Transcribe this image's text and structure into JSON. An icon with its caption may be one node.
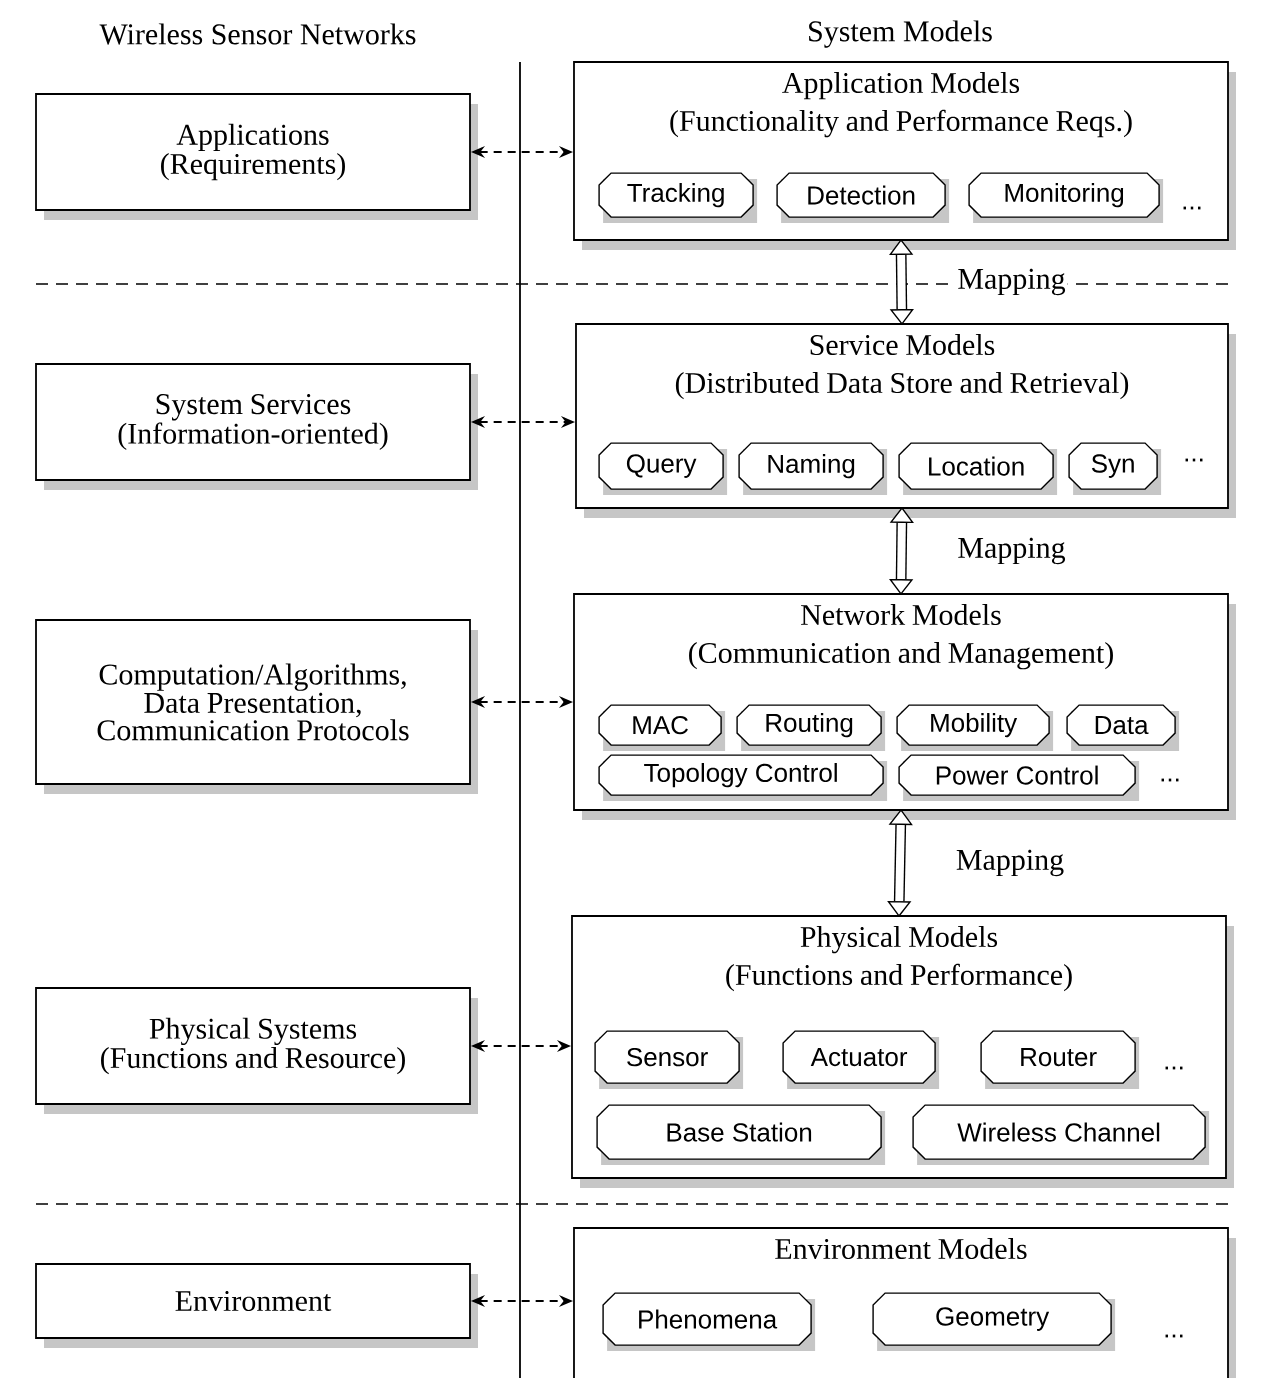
{
  "diagram": {
    "nodes": [
      {
        "text": [
          "Applications",
          "(Requirements)"
        ]
      },
      {
        "text": [
          "System Services",
          "(Information-oriented)"
        ]
      },
      {
        "text": [
          "Computation/Algorithms, Data Presentation, Communication Protocols"
        ]
      },
      {
        "text": [
          "Physical Systems",
          "(Functions and Resource)"
        ]
      },
      {
        "text": [
          "Environment"
        ]
      },
      {
        "text": [
          "Application Models",
          "(Functionality and Performance Reqs.)"
        ]
      },
      {
        "text": [
          "Service Models",
          "(Distributed Data Store and Retrieval)"
        ]
      },
      {
        "text": [
          "Network Models",
          "(Communication and Management)"
        ]
      },
      {
        "text": [
          "Physical Models",
          "(Functions and Performance)"
        ]
      },
      {
        "text": [
          "Environment Models"
        ]
      },
      {
        "text": [
          "Tracking"
        ],
        "in": 5
      },
      {
        "text": [
          "Detection"
        ],
        "in": 5
      },
      {
        "text": [
          "Monitoring"
        ],
        "in": 5
      },
      {
        "text": [
          "Query"
        ],
        "in": 6
      },
      {
        "text": [
          "Naming"
        ],
        "in": 6
      },
      {
        "text": [
          "Location"
        ],
        "in": 6
      },
      {
        "text": [
          "Syn"
        ],
        "in": 6
      },
      {
        "text": [
          "MAC"
        ],
        "in": 7
      },
      {
        "text": [
          "Routing"
        ],
        "in": 7
      },
      {
        "text": [
          "Mobility"
        ],
        "in": 7
      },
      {
        "text": [
          "Data"
        ],
        "in": 7
      },
      {
        "text": [
          "Topology Control"
        ],
        "in": 7
      },
      {
        "text": [
          "Power Control"
        ],
        "in": 7
      },
      {
        "text": [
          "Sensor"
        ],
        "in": 8
      },
      {
        "text": [
          "Actuator"
        ],
        "in": 8
      },
      {
        "text": [
          "Router"
        ],
        "in": 8
      },
      {
        "text": [
          "Base Station"
        ],
        "in": 8
      },
      {
        "text": [
          "Wireless Channel"
        ],
        "in": 8
      },
      {
        "text": [
          "Phenomena"
        ],
        "in": 9
      },
      {
        "text": [
          "Geometry"
        ],
        "in": 9
      }
    ],
    "edges": [
      {
        "from": 0,
        "to": 5,
        "arrow": "both",
        "style": "dashed"
      },
      {
        "from": 1,
        "to": 6,
        "arrow": "both",
        "style": "dashed"
      },
      {
        "from": 2,
        "to": 7,
        "arrow": "both",
        "style": "dashed"
      },
      {
        "from": 3,
        "to": 8,
        "arrow": "both",
        "style": "dashed"
      },
      {
        "from": 4,
        "to": 9,
        "arrow": "both",
        "style": "dashed"
      },
      {
        "from": 5,
        "to": 6,
        "arrow": "both",
        "style": "thick",
        "label": "Mapping"
      },
      {
        "from": 6,
        "to": 7,
        "arrow": "both",
        "style": "thick",
        "label": "Mapping"
      },
      {
        "from": 7,
        "to": 8,
        "arrow": "both",
        "style": "thick",
        "label": "Mapping"
      }
    ],
    "labels": [
      "Wireless Sensor Networks",
      "System Models",
      "...",
      "...",
      "...",
      "...",
      "..."
    ]
  }
}
